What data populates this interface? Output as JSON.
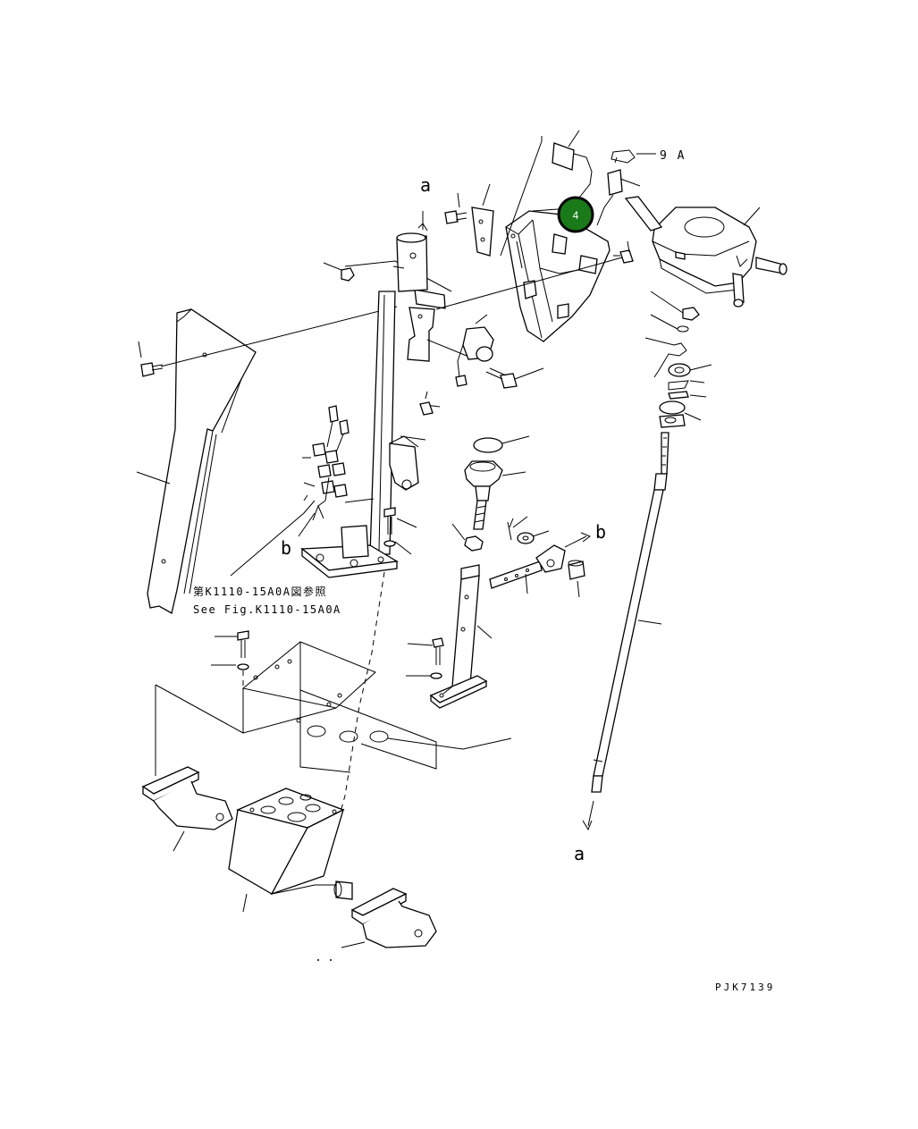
{
  "callouts": {
    "ref_a_top": "a",
    "ref_a_bottom": "a",
    "ref_b_left": "b",
    "ref_b_right": "b",
    "part_9a": "9 A",
    "highlight_part": "4"
  },
  "note": {
    "jp": "第K1110-15A0A図参照",
    "en": "See Fig.K1110-15A0A"
  },
  "drawing_code": "PJK7139",
  "colors": {
    "highlight_fill": "#1a7a1a",
    "highlight_stroke": "#000000",
    "line": "#000000",
    "background": "#ffffff"
  }
}
